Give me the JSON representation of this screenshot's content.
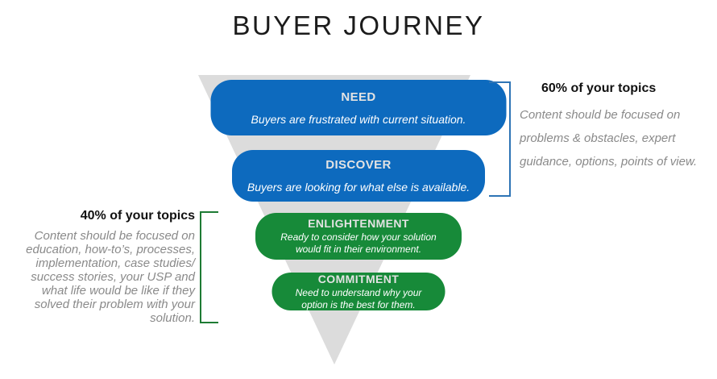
{
  "title": "BUYER JOURNEY",
  "funnel": {
    "stages": [
      {
        "name": "NEED",
        "description": "Buyers are frustrated with current situation.",
        "color": "#0d6abe"
      },
      {
        "name": "DISCOVER",
        "description": "Buyers are looking for what else is available.",
        "color": "#0d6abe"
      },
      {
        "name": "ENLIGHTENMENT",
        "description": "Ready to consider how your solution would fit in their environment.",
        "color": "#178a39"
      },
      {
        "name": "COMMITMENT",
        "description": "Need to understand why your option is the best for them.",
        "color": "#178a39"
      }
    ]
  },
  "annotations": {
    "right": {
      "heading": "60% of your topics",
      "body": "Content should be focused on problems & obstacles, expert guidance, options, points of view.",
      "bracket_color": "#2e74b5"
    },
    "left": {
      "heading": "40% of your topics",
      "body": "Content should be focused on education, how-to’s, processes, implementation, case studies/ success stories, your USP and what life would be like if they solved their problem with your solution.",
      "bracket_color": "#1e7b34"
    }
  },
  "colors": {
    "stage_blue": "#0d6abe",
    "stage_green": "#178a39",
    "funnel_gray": "#dcdcdc",
    "bracket_blue": "#2e74b5",
    "bracket_green": "#1e7b34",
    "annotation_text_gray": "#8a8a8a",
    "title_black": "#1b1b1b"
  }
}
